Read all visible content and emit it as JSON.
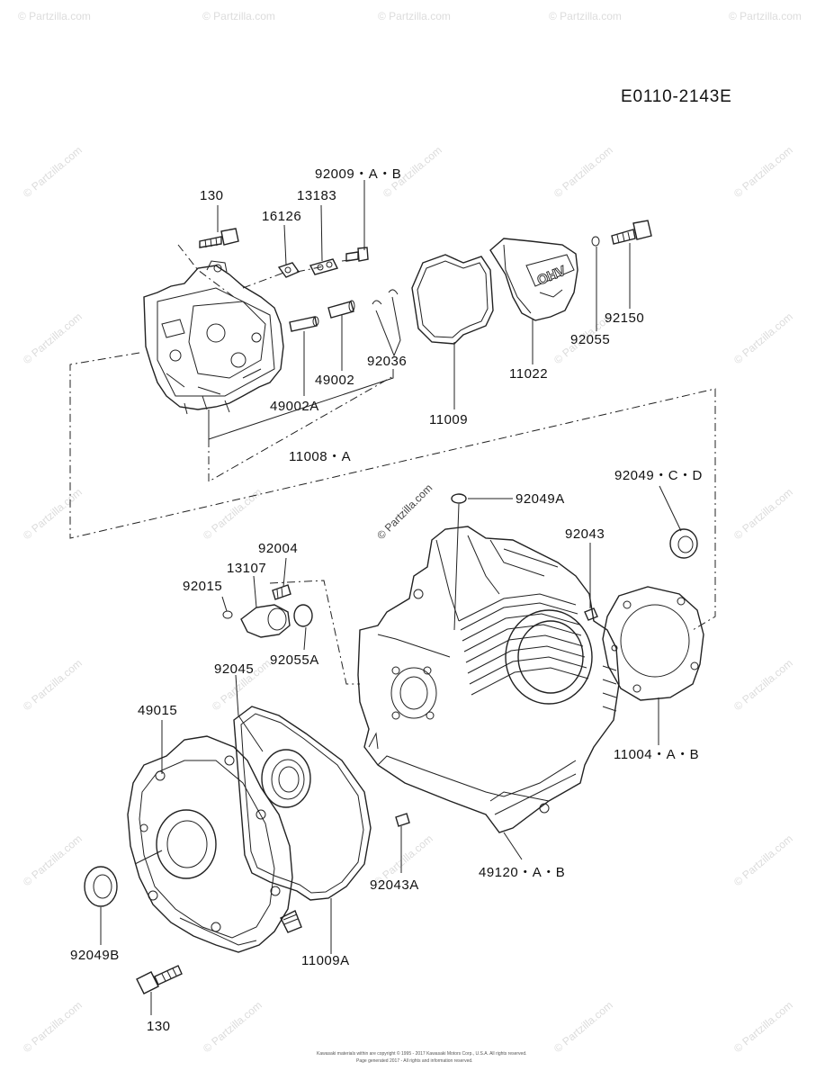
{
  "diagram": {
    "code": "E0110-2143E",
    "watermark": "© Partzilla.com",
    "center_watermark": "© Partzilla.com",
    "footer_line1": "Kawasaki materials within are copyright © 1995 - 2017 Kawasaki Motors Corp., U.S.A. All rights reserved.",
    "footer_line2": "Page generated 2017 - All rights and information reserved.",
    "part_labels": {
      "p130_top": "130",
      "p16126": "16126",
      "p13183": "13183",
      "p92009": "92009・A・B",
      "p92036": "92036",
      "p49002": "49002",
      "p49002a": "49002A",
      "p11008": "11008・A",
      "p11009": "11009",
      "p11022": "11022",
      "p92055": "92055",
      "p92150": "92150",
      "p92049a": "92049A",
      "p92049cd": "92049・C・D",
      "p92043": "92043",
      "p92004": "92004",
      "p13107": "13107",
      "p92015": "92015",
      "p92055a": "92055A",
      "p92045": "92045",
      "p49015": "49015",
      "p11004": "11004・A・B",
      "p49120": "49120・A・B",
      "p92043a": "92043A",
      "p92049b": "92049B",
      "p11009a": "11009A",
      "p130_bottom": "130"
    },
    "cover_text": "OHV"
  }
}
